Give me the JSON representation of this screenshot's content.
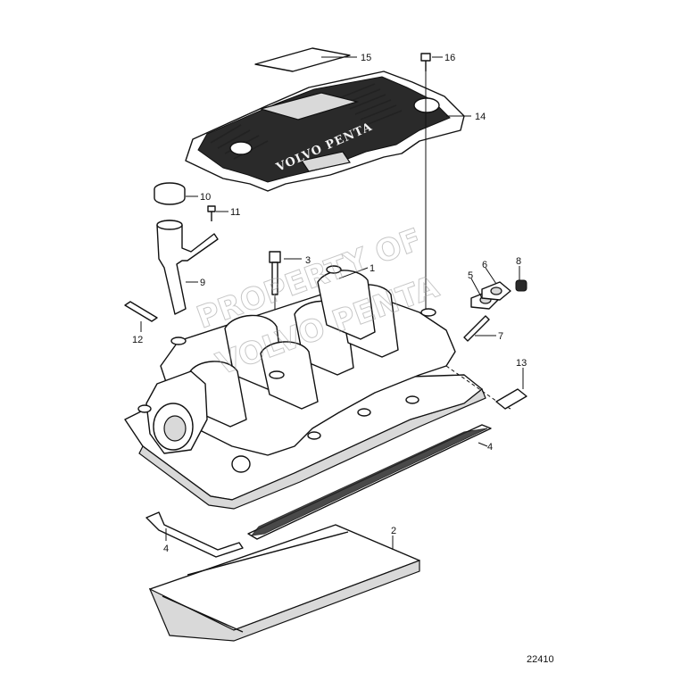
{
  "callouts": [
    {
      "id": "c1",
      "text": "1"
    },
    {
      "id": "c2",
      "text": "2"
    },
    {
      "id": "c3",
      "text": "3"
    },
    {
      "id": "c4a",
      "text": "4"
    },
    {
      "id": "c4b",
      "text": "4"
    },
    {
      "id": "c5",
      "text": "5"
    },
    {
      "id": "c6",
      "text": "6"
    },
    {
      "id": "c7",
      "text": "7"
    },
    {
      "id": "c8",
      "text": "8"
    },
    {
      "id": "c9",
      "text": "9"
    },
    {
      "id": "c10",
      "text": "10"
    },
    {
      "id": "c11",
      "text": "11"
    },
    {
      "id": "c12",
      "text": "12"
    },
    {
      "id": "c13",
      "text": "13"
    },
    {
      "id": "c14",
      "text": "14"
    },
    {
      "id": "c15",
      "text": "15"
    },
    {
      "id": "c16",
      "text": "16"
    }
  ],
  "cover_brand": "VOLVO PENTA",
  "watermark": {
    "line1": "PROPERTY OF",
    "line2": "VOLVO PENTA"
  },
  "figure_number": "22410"
}
